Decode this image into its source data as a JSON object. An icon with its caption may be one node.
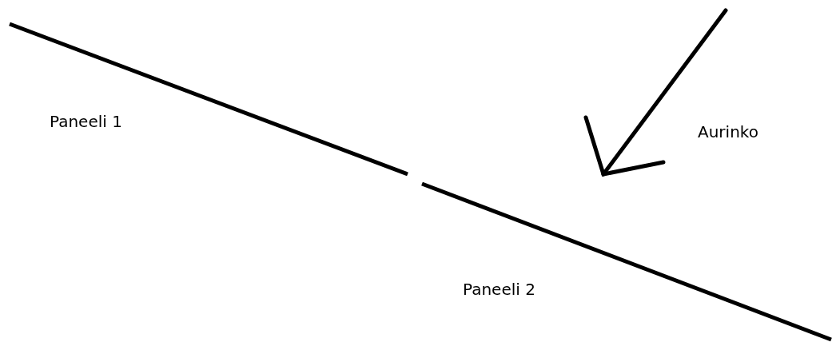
{
  "diagram": {
    "labels": [
      "Paneeli 1",
      "Aurinko",
      "Paneeli 2"
    ]
  }
}
